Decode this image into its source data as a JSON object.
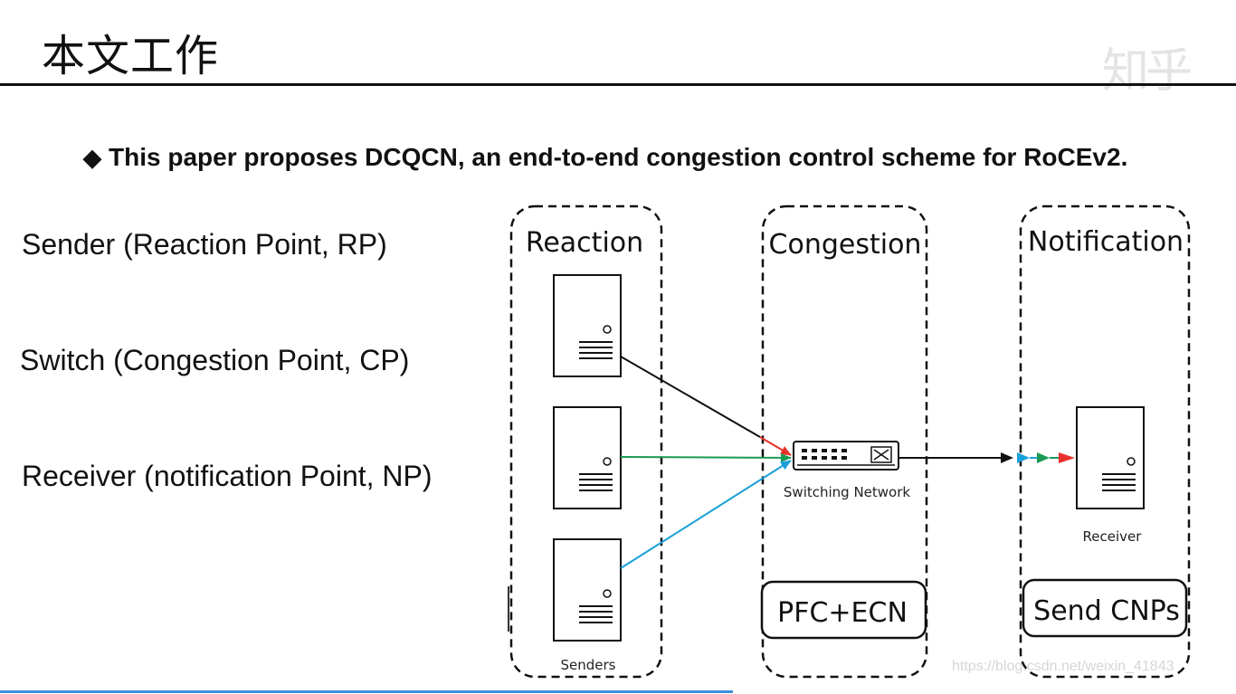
{
  "slide": {
    "title": "本文工作",
    "watermark": "知乎",
    "bullet_symbol": "◆",
    "bullet_text": "This paper proposes DCQCN, an end-to-end congestion control scheme for RoCEv2."
  },
  "roles": [
    {
      "label": "Sender (Reaction Point, RP)"
    },
    {
      "label": "Switch (Congestion Point, CP)"
    },
    {
      "label": "Receiver (notification Point, NP)"
    }
  ],
  "diagram": {
    "regions": [
      {
        "label": "Reaction"
      },
      {
        "label": "Congestion"
      },
      {
        "label": "Notification"
      }
    ],
    "senders_label": "Senders",
    "switch_label": "Switching Network",
    "receiver_label": "Receiver",
    "congestion_box_label": "PFC+ECN",
    "notification_box_label": "Send CNPs",
    "flow_colors": {
      "flow1": "#111111",
      "flow2": "#1a9a55",
      "flow3": "#1aa0d8",
      "marker": "#e8312a"
    }
  },
  "footer": {
    "source_url": "https://blog.csdn.net/weixin_41843"
  }
}
